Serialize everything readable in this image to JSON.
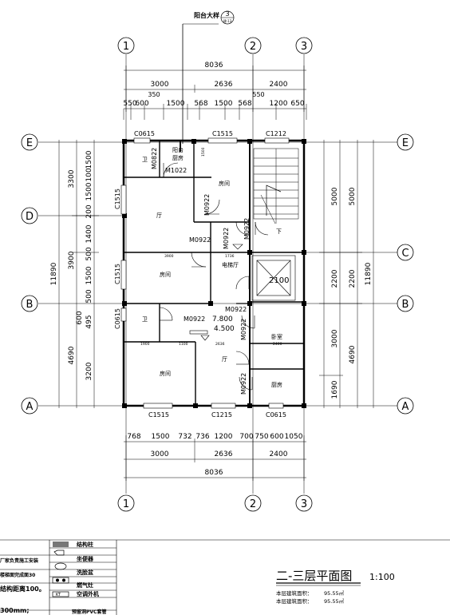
{
  "balcony_detail": {
    "label": "阳台大样",
    "num": "3",
    "sheet": "建-13"
  },
  "axes": {
    "top": [
      "1",
      "2",
      "3"
    ],
    "bottom": [
      "1",
      "2",
      "3"
    ],
    "left": [
      "E",
      "D",
      "B",
      "A"
    ],
    "right": [
      "E",
      "C",
      "B",
      "A"
    ]
  },
  "dims_top": {
    "total": "8036",
    "row2": [
      "3000",
      "2636",
      "2400"
    ],
    "row3_extra_a": "350",
    "row3_extra_b": "550",
    "row3": [
      "550",
      "600",
      "1500",
      "568",
      "1500",
      "568",
      "1200",
      "650"
    ]
  },
  "dims_bottom": {
    "row1": [
      "768",
      "1500",
      "732",
      "736",
      "1200",
      "700",
      "750",
      "600",
      "1050"
    ],
    "row2": [
      "3000",
      "2636",
      "2400"
    ],
    "total": "8036"
  },
  "dims_left": {
    "inner": [
      "1500",
      "100",
      "1500",
      "200",
      "1400",
      "500",
      "1500",
      "500",
      "495",
      "600",
      "3200"
    ],
    "mid": [
      "3300",
      "3900",
      "4690"
    ],
    "total": "11890"
  },
  "dims_right": {
    "inner": [
      "5000",
      "2200",
      "3000",
      "1690"
    ],
    "mid": [
      "5000",
      "2200",
      "4690"
    ],
    "total": "11890"
  },
  "windows": [
    "C0615",
    "C1515",
    "C1212",
    "C1515",
    "C1515",
    "C0615",
    "C1515",
    "C1215",
    "C0615"
  ],
  "doors": [
    "M0822",
    "M1022",
    "M0922",
    "M0922",
    "M0922",
    "M0922",
    "M0922",
    "M0922",
    "M0922",
    "M0922"
  ],
  "rooms": {
    "wc1": "卫",
    "balcony_kitchen_1": "阳台",
    "balcony_kitchen_2": "厨房",
    "bedroom_upper": "房间",
    "hall_upper": "厅",
    "bedroom_mid": "房间",
    "elevator_hall": "电梯厅",
    "wc2": "卫",
    "bedroom_lower": "房间",
    "hall_lower": "厅",
    "bedroom_right": "卧室",
    "kitchen": "厨房",
    "stair_down": "下"
  },
  "small_dims": [
    "3900",
    "1736",
    "1900",
    "1100",
    "2636",
    "2400",
    "1500"
  ],
  "elevator": "2100",
  "levels": [
    "7.800",
    "4.500"
  ],
  "legend": {
    "notes": [
      "厂家负责施工安装",
      "楼梯面完成面30",
      "结构距离100。",
      "300mm;"
    ],
    "items": [
      "结构柱",
      "坐便器",
      "洗脸盆",
      "燃气灶",
      "空调外机",
      "预留洞PVC套管"
    ],
    "ac_box": "KT"
  },
  "title_block": {
    "title": "二-三层平面图",
    "scale": "1:100",
    "area1_label": "本层建筑面积：",
    "area1_value": "95.55㎡",
    "area2_label": "本层建筑面积：",
    "area2_value": "95.55㎡"
  }
}
